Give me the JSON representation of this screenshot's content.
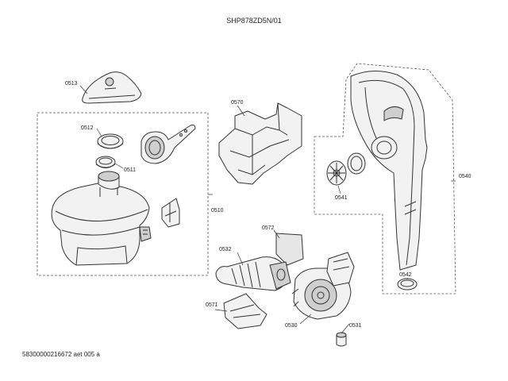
{
  "header": {
    "model": "SHP878ZD5N/01"
  },
  "footer": {
    "code": "58300000216672 aet 005 a"
  },
  "callouts": {
    "c0513": "0513",
    "c0512": "0512",
    "c0511": "0511",
    "c0510": "0510",
    "c0570": "0570",
    "c0572": "0572",
    "c0532": "0532",
    "c0571": "0571",
    "c0530": "0530",
    "c0531": "0531",
    "c0540": "0540",
    "c0541": "0541",
    "c0542": "0542"
  }
}
